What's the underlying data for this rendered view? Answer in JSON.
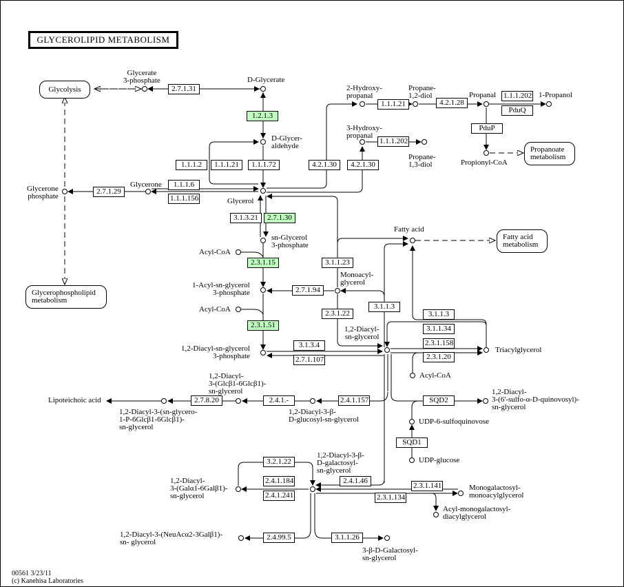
{
  "title": "GLYCEROLIPID METABOLISM",
  "highlight_color": "#bfffbf",
  "maps": {
    "glycolysis": "Glycolysis",
    "propanoate": "Propanoate\nmetabolism",
    "fatty_acid": "Fatty acid\nmetabolism",
    "glycerophospholipid": "Glycerophospholipid\nmetabolism"
  },
  "enzymes": {
    "e_2_7_1_31": "2.7.1.31",
    "e_1_2_1_3": "1.2.1.3",
    "e_1_1_1_2": "1.1.1.2",
    "e_1_1_1_21a": "1.1.1.21",
    "e_1_1_1_72": "1.1.1.72",
    "e_1_1_1_6": "1.1.1.6",
    "e_1_1_1_156": "1.1.1.156",
    "e_2_7_1_29": "2.7.1.29",
    "e_4_2_1_30a": "4.2.1.30",
    "e_4_2_1_30b": "4.2.1.30",
    "e_1_1_1_21b": "1.1.1.21",
    "e_4_2_1_28": "4.2.1.28",
    "e_1_1_1_202a": "1.1.1.202",
    "e_pduq": "PduQ",
    "e_pdup": "PduP",
    "e_1_1_1_202b": "1.1.1.202",
    "e_3_1_3_21": "3.1.3.21",
    "e_2_7_1_30": "2.7.1.30",
    "e_2_3_1_15": "2.3.1.15",
    "e_3_1_1_23": "3.1.1.23",
    "e_2_7_1_94": "2.7.1.94",
    "e_2_3_1_22": "2.3.1.22",
    "e_3_1_1_3a": "3.1.1.3",
    "e_2_3_1_51": "2.3.1.51",
    "e_3_1_3_4": "3.1.3.4",
    "e_2_7_1_107": "2.7.1.107",
    "e_3_1_1_3b": "3.1.1.3",
    "e_3_1_1_34": "3.1.1.34",
    "e_2_3_1_158": "2.3.1.158",
    "e_2_3_1_20": "2.3.1.20",
    "e_2_7_8_20": "2.7.8.20",
    "e_2_4_1_x": "2.4.1.-",
    "e_2_4_1_157": "2.4.1.157",
    "e_sqd2": "SQD2",
    "e_sqd1": "SQD1",
    "e_3_2_1_22": "3.2.1.22",
    "e_2_4_1_184": "2.4.1.184",
    "e_2_4_1_241": "2.4.1.241",
    "e_2_4_1_46": "2.4.1.46",
    "e_2_3_1_141": "2.3.1.141",
    "e_2_3_1_134": "2.3.1.134",
    "e_2_4_99_5": "2.4.99.5",
    "e_3_1_1_26": "3.1.1.26"
  },
  "compounds": {
    "glycerate3p": "Glycerate\n3-phosphate",
    "dglycerate": "D-Glycerate",
    "dglyceraldehyde": "D-Glycer-\naldehyde",
    "glycerone": "Glycerone",
    "glyceronep": "Glycerone\nphosphate",
    "glycerol": "Glycerol",
    "hydroxypropanal2": "2-Hydroxy-\npropanal",
    "propanediol12": "Propane-\n1,2-diol",
    "propanal": "Propanal",
    "propanol": "1-Propanol",
    "hydroxypropanal3": "3-Hydroxy-\npropanal",
    "propanediol13": "Propane-\n1,3-diol",
    "propionylcoa": "Propionyl-CoA",
    "snglycerol3p": "sn-Glycerol\n3-phosphate",
    "acylcoa1": "Acyl-CoA",
    "acylglycerol3p": "1-Acyl-sn-glycerol\n3-phosphate",
    "acylcoa2": "Acyl-CoA",
    "monoacylglycerol": "Monoacyl-\nglycerol",
    "fattyacid": "Fatty acid",
    "diacylglycerol3p": "1,2-Diacyl-sn-glycerol\n3-phosphate",
    "diacylglycerol": "1,2-Diacyl-\nsn-glycerol",
    "triacylglycerol": "Triacylglycerol",
    "acylcoa3": "Acyl-CoA",
    "lipoteichoic": "Lipoteichoic acid",
    "dag_glyceroP": "1,2-Diacyl-3-(sn-glycero-\n1-P-6Glcβ1-6Glcβ1)-\nsn-glycerol",
    "dag_glcglc": "1,2-Diacyl-\n3-(Glcβ1-6Glcβ1)-\nsn-glycerol",
    "dag_glucosyl": "1,2-Diacyl-3-β-\nD-glucosyl-sn-glycerol",
    "dag_sulfo": "1,2-Diacyl-\n3-(6'-sulfo-α-D-quinovosyl)-\nsn-glycerol",
    "udp_sulfoquinovose": "UDP-6-sulfoquinovose",
    "udp_glucose": "UDP-glucose",
    "dag_galactosyl": "1,2-Diacyl-3-β-\nD-galactosyl-\nsn-glycerol",
    "dag_galgal": "1,2-Diacyl-\n3-(Galα1-6Galβ1)-\nsn-glycerol",
    "mgmg": "Monogalactosyl-\nmonoacylglycerol",
    "acyl_mgdg": "Acyl-monogalactosyl-\ndiacylglycerol",
    "dag_neuac": "1,2-Diacyl-3-(NeuAcα2-3Galβ1)-\nsn- glycerol",
    "galactosylglycerol": "3-β-D-Galactosyl-\nsn-glycerol"
  },
  "footer": {
    "map_id_date": "00561 3/23/11",
    "copyright": "(c) Kanehisa Laboratories"
  }
}
